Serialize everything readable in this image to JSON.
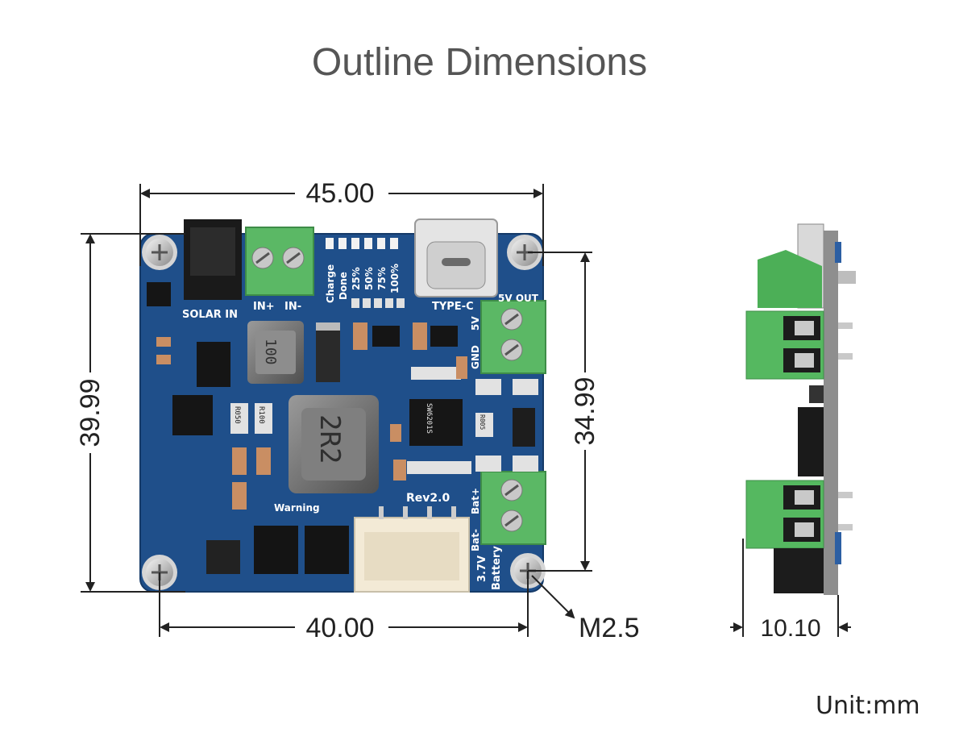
{
  "title": "Outline Dimensions",
  "dimensions": {
    "board_width": "45.00",
    "board_height": "39.99",
    "hole_spacing_x": "40.00",
    "hole_spacing_y": "34.99",
    "screw": "M2.5",
    "thickness": "10.10"
  },
  "unit": "Unit:mm",
  "silkscreen": {
    "solar_in": "SOLAR IN",
    "in_pos": "IN+",
    "in_neg": "IN-",
    "charge": "Charge",
    "done": "Done",
    "pct25": "25%",
    "pct50": "50%",
    "pct75": "75%",
    "pct100": "100%",
    "type_c": "TYPE-C",
    "out_5v": "5V OUT",
    "v5": "5V",
    "gnd": "GND",
    "rev": "Rev2.0",
    "warning": "Warning",
    "bat_pos": "Bat+",
    "bat_neg": "Bat-",
    "battery_v": "3.7V",
    "battery": "Battery",
    "inductor_small": "100",
    "inductor_big": "2R2",
    "r_050": "R050",
    "r_100": "R100",
    "r_005": "R005",
    "ic_label": "SW6201S"
  },
  "colors": {
    "pcb": "#1f4f8a",
    "terminal": "#5bb865",
    "dim_line": "#222222"
  }
}
